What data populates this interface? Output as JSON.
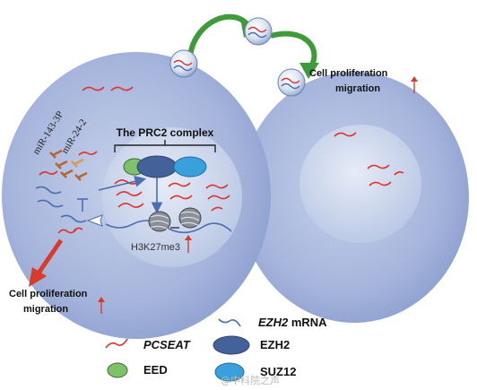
{
  "prc2_title": "The PRC2 complex",
  "cell_right_label": {
    "line1": "Cell proliferation",
    "line2": "migration"
  },
  "cell_left_label": {
    "line1": "Cell proliferation",
    "line2": "migration"
  },
  "mirna_labels": [
    "miR-143-3P",
    "miR-24-2"
  ],
  "histone_mark": "H3K27me3",
  "legend": {
    "ezh2_mrna": {
      "italic": "EZH2",
      "plain": " mRNA"
    },
    "pcseat": "PCSEAT",
    "ezh2": "EZH2",
    "eed": "EED",
    "suz12": "SUZ12"
  },
  "watermark": "@中科院之声",
  "colors": {
    "cell_fill": "#9fb0d8",
    "nucleus_fill": "#c8d3e9",
    "ezh2": "#44629a",
    "eed": "#7ec16b",
    "suz12": "#3aa0dc",
    "pcseat_line": "#e1332c",
    "ezh2_mrna_line": "#4a6fb0",
    "arrow_green": "#3f9a3a",
    "arrow_red": "#d93a2a",
    "mirna": "#b3652d"
  }
}
